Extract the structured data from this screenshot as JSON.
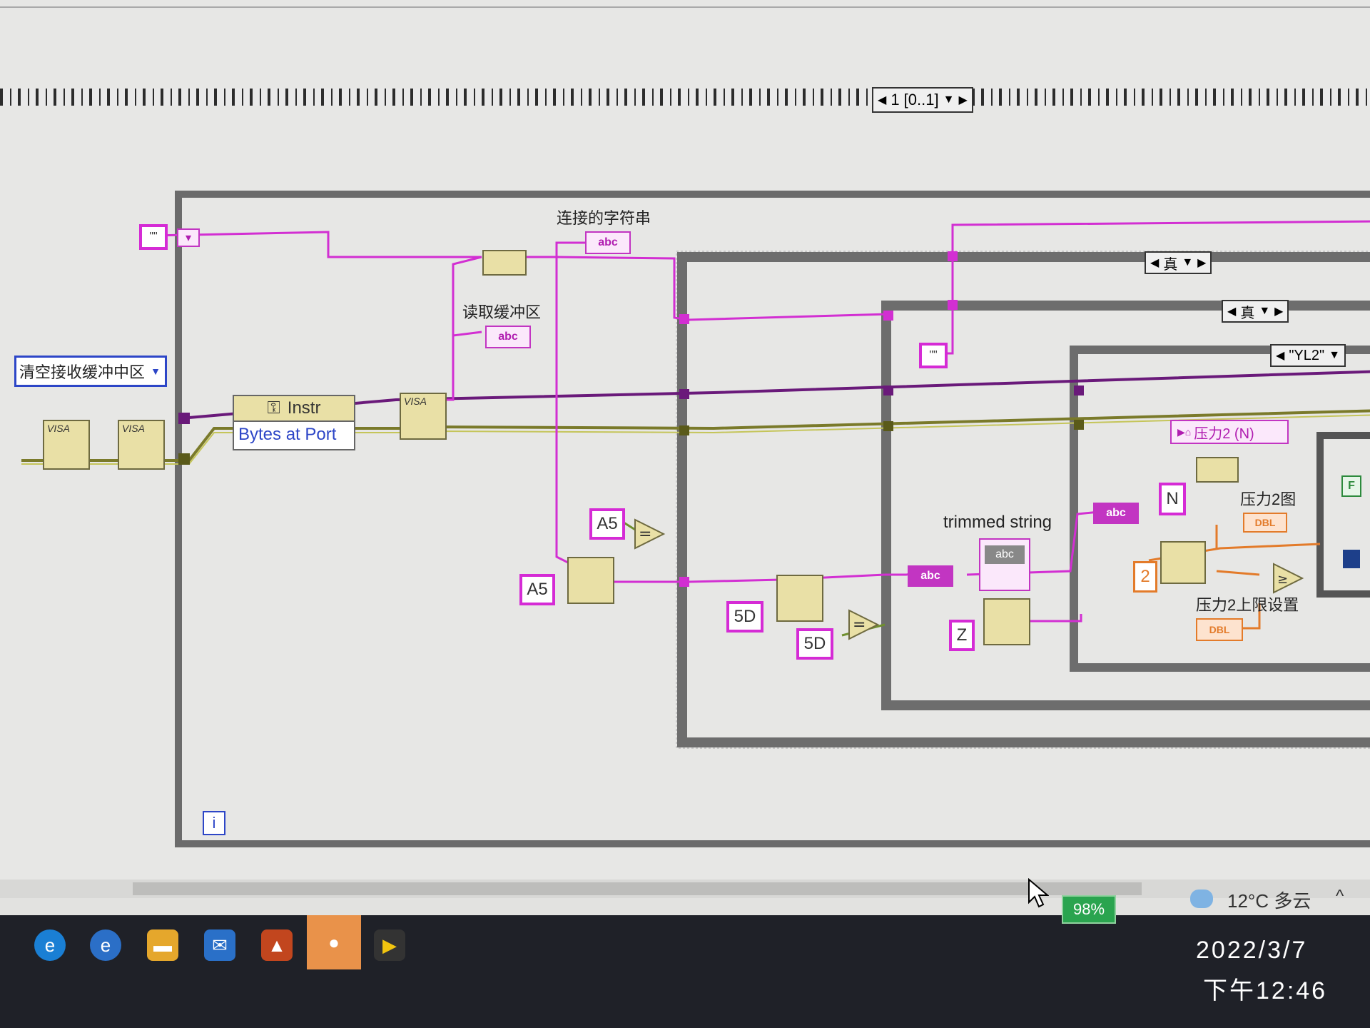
{
  "frame_selector": {
    "label": "1 [0..1]"
  },
  "controls": {
    "clear_buffer": "清空接收缓冲中区",
    "property_instr": "Instr",
    "property_bytes": "Bytes at Port"
  },
  "labels": {
    "joined_string": "连接的字符串",
    "read_buffer": "读取缓冲区",
    "trimmed_string": "trimmed string",
    "pressure2_n": "压力2 (N)",
    "pressure2_chart": "压力2图",
    "pressure2_limit": "压力2上限设置"
  },
  "constants": {
    "a5_left": "A5",
    "a5_top": "A5",
    "fd_left": "5D",
    "fd_right": "5D",
    "z": "Z",
    "n": "N",
    "two": "2",
    "empty_string": "\"\""
  },
  "case_selectors": {
    "outer": "真",
    "middle": "真",
    "inner": "\"YL2\""
  },
  "indicator_types": {
    "abc": "abc",
    "dbl": "DBL"
  },
  "vi_labels": {
    "visa": "VISA",
    "iteration": "i"
  },
  "taskbar": {
    "battery": "98%",
    "weather": "12°C 多云",
    "date": "2022/3/7",
    "time": "下午12:46"
  },
  "colors": {
    "string_wire": "#d22fd2",
    "visa_wire": "#7a7a20",
    "purple_wire": "#6a1a7a",
    "frame": "#555555"
  }
}
